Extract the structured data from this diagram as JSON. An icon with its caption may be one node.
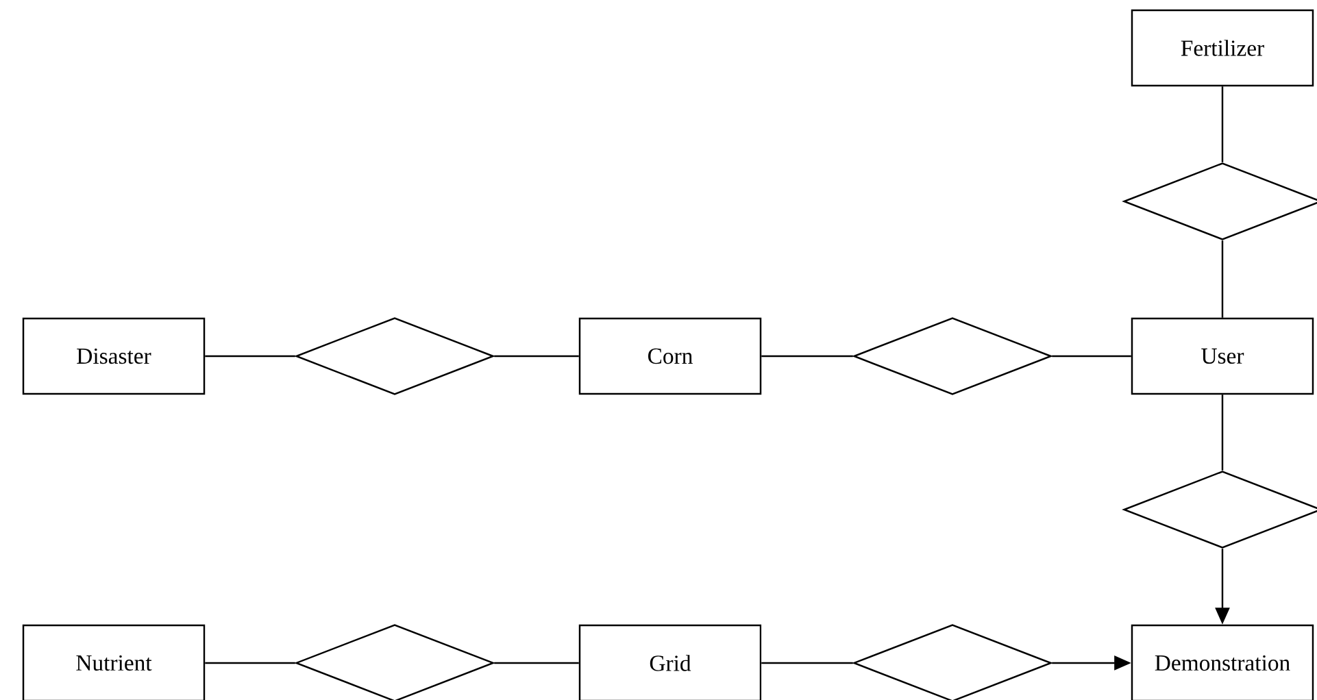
{
  "diagram": {
    "nodes": [
      {
        "text": [
          "Fertilizer"
        ]
      },
      {
        "text": [],
        "shape": "diamond"
      },
      {
        "text": [
          "Disaster"
        ]
      },
      {
        "text": [],
        "shape": "diamond"
      },
      {
        "text": [
          "Corn"
        ]
      },
      {
        "text": [],
        "shape": "diamond"
      },
      {
        "text": [
          "User"
        ]
      },
      {
        "text": [],
        "shape": "diamond"
      },
      {
        "text": [
          "Nutrient"
        ]
      },
      {
        "text": [],
        "shape": "diamond"
      },
      {
        "text": [
          "Grid"
        ]
      },
      {
        "text": [],
        "shape": "diamond"
      },
      {
        "text": [
          "Demonstration"
        ]
      }
    ],
    "edges": [
      {
        "from": 0,
        "to": 1,
        "arrow": "none"
      },
      {
        "from": 1,
        "to": 6,
        "arrow": "none"
      },
      {
        "from": 2,
        "to": 3,
        "arrow": "none"
      },
      {
        "from": 3,
        "to": 4,
        "arrow": "none"
      },
      {
        "from": 4,
        "to": 5,
        "arrow": "none"
      },
      {
        "from": 5,
        "to": 6,
        "arrow": "none"
      },
      {
        "from": 6,
        "to": 7,
        "arrow": "none"
      },
      {
        "from": 7,
        "to": 12,
        "arrow": "to"
      },
      {
        "from": 8,
        "to": 9,
        "arrow": "none"
      },
      {
        "from": 9,
        "to": 10,
        "arrow": "none"
      },
      {
        "from": 10,
        "to": 11,
        "arrow": "none"
      },
      {
        "from": 11,
        "to": 12,
        "arrow": "to"
      }
    ]
  }
}
